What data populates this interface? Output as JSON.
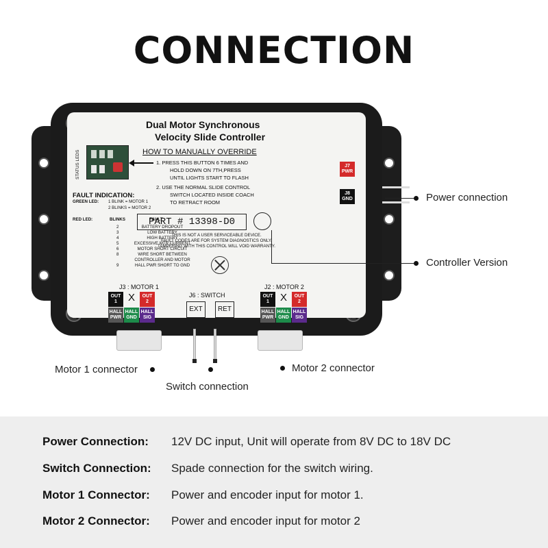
{
  "headline": "CONNECTION",
  "device": {
    "title_line1": "Dual Motor Synchronous",
    "title_line2": "Velocity Slide Controller",
    "override_title": "HOW TO MANUALLY OVERRIDE",
    "override_steps": [
      "1.   PRESS THIS BUTTON 6 TIMES AND",
      "HOLD DOWN ON 7TH,PRESS",
      "UNTIL  LIGHTS START TO FLASH",
      "2.   USE THE NORMAL SLIDE CONTROL",
      "SWITCH LOCATED INSIDE COACH",
      "TO RETRACT ROOM"
    ],
    "status_leds_label": "STATUS LEDS",
    "tag_pwr": {
      "top": "J7",
      "bottom": "PWR"
    },
    "tag_gnd": {
      "top": "J8",
      "bottom": "GND"
    },
    "fault_title": "FAULT  INDICATION:",
    "green_led_label": "GREEN LED:",
    "green_lines": [
      "1  BLINK  = MOTOR 1",
      "2  BLINKS = MOTOR 2"
    ],
    "red_led_label": "RED LED:",
    "blinks_header": "BLINKS",
    "fault_header": "FAULT",
    "fault_codes": [
      {
        "n": "2",
        "desc": "BATTERY DROPOUT"
      },
      {
        "n": "3",
        "desc": "LOW BATTERY"
      },
      {
        "n": "4",
        "desc": "HIGH BATTERY"
      },
      {
        "n": "5",
        "desc": "EXCESSIVE MTR CURRENT"
      },
      {
        "n": "6",
        "desc": "MOTOR SHORT CIRCUIT"
      },
      {
        "n": "8",
        "desc": "WIRE SHORT BETWEEN"
      },
      {
        "n": "",
        "desc": "CONTROLLER AND MOTOR"
      },
      {
        "n": "9",
        "desc": "HALL PWR SHORT TO GND"
      }
    ],
    "part_number": "PART # 13398-D0",
    "notice_lines": [
      "THIS IS NOT A USER SERVICEABLE DEVICE.",
      "FAULT CODES ARE FOR SYSTEM DIAGNOSTICS ONLY.",
      "TAMPERING WITH THIS CONTROL WILL VOID WARRANTY."
    ],
    "j3_label": "J3 : MOTOR 1",
    "j2_label": "J2 : MOTOR 2",
    "j6_label": "J6 : SWITCH",
    "switch_ext": "EXT",
    "switch_ret": "RET",
    "pins": {
      "out1_top": "OUT",
      "out1_bottom": "1",
      "x": "X",
      "out2_top": "OUT",
      "out2_bottom": "2",
      "hall_pwr_top": "HALL",
      "hall_pwr_bottom": "PWR",
      "hall_gnd_top": "HALL",
      "hall_gnd_bottom": "GND",
      "hall_sig_top": "HALL",
      "hall_sig_bottom": "SIG"
    }
  },
  "callouts": {
    "power": "Power connection",
    "controller": "Controller Version",
    "motor1": "Motor 1 connector",
    "switch": "Switch connection",
    "motor2": "Motor 2 connector"
  },
  "spec_rows": [
    {
      "label": "Power Connection:",
      "value": "12V DC input, Unit will operate from 8V DC to 18V DC"
    },
    {
      "label": "Switch Connection:",
      "value": "Spade connection for the switch wiring."
    },
    {
      "label": "Motor 1 Connector:",
      "value": "Power and encoder input for motor 1."
    },
    {
      "label": "Motor 2 Connector:",
      "value": "Power and encoder input for motor 2"
    }
  ]
}
